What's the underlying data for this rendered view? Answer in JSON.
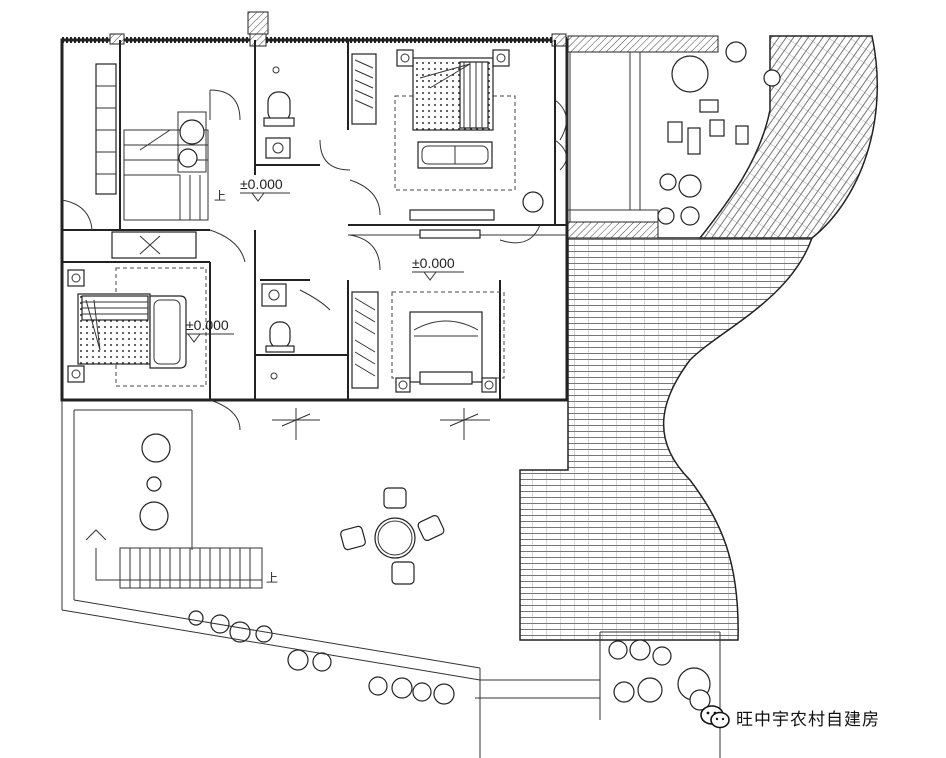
{
  "levels": {
    "stair_hall": "±0.000",
    "west_bedroom": "±0.000",
    "south_bedroom": "±0.000"
  },
  "stair_marks": {
    "main_stair": "上",
    "terrace_stair": "上"
  },
  "watermark": {
    "icon": "wechat-icon",
    "text": "旺中宇农村自建房"
  }
}
